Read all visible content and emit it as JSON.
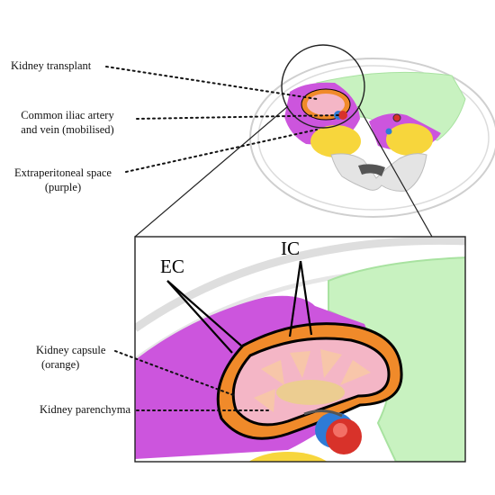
{
  "labels": {
    "kidney_transplant": "Kidney transplant",
    "iliac_line1": "Common iliac artery",
    "iliac_line2": "and vein (mobilised)",
    "extraperitoneal_line1": "Extraperitoneal space",
    "extraperitoneal_line2": "(purple)",
    "capsule_line1": "Kidney capsule",
    "capsule_line2": "(orange)",
    "parenchyma": "Kidney parenchyma",
    "ec": "EC",
    "ic": "IC"
  },
  "colors": {
    "extraperitoneal": "#cc55dd",
    "capsule": "#f08a2a",
    "parenchyma": "#f4b6c6",
    "peritoneal_cavity": "#c8f2c0",
    "muscle": "#f7d63c",
    "artery": "#d8322a",
    "vein": "#2e7bd6",
    "bone": "#e4e4e4",
    "outline": "#000000"
  }
}
